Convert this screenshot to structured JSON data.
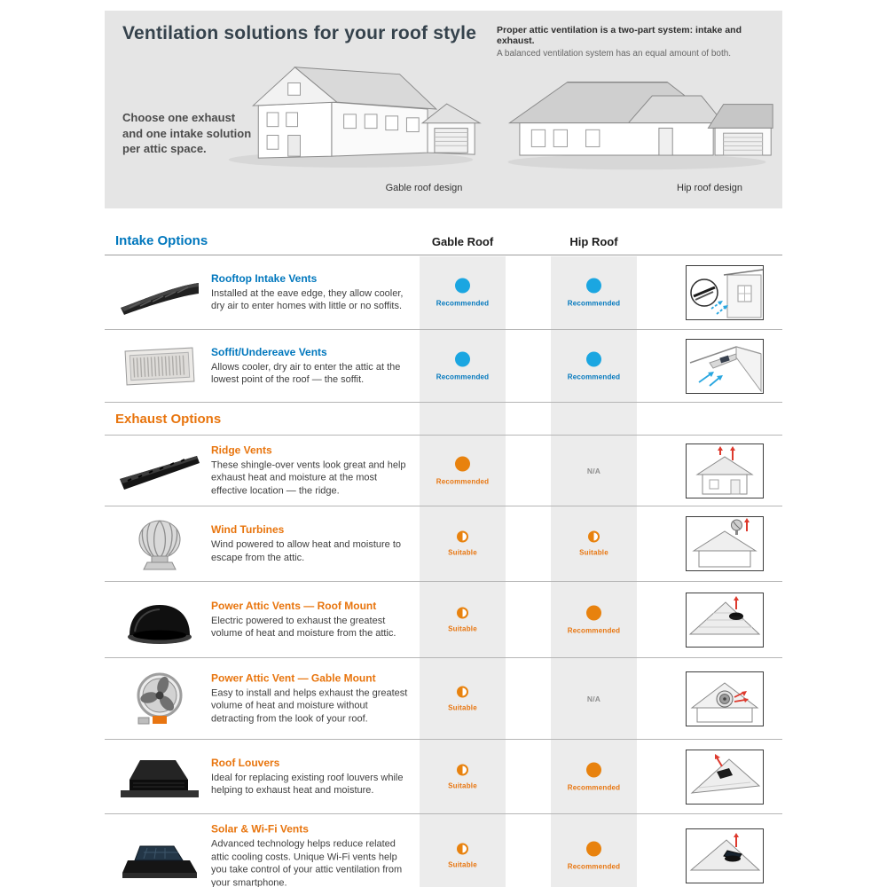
{
  "header": {
    "title": "Ventilation solutions for your roof style",
    "note_title": "Proper attic ventilation is a two-part system: intake and exhaust.",
    "note_sub": "A balanced ventilation system has an equal amount of both.",
    "instruction": "Choose one exhaust and one intake solution per attic space.",
    "gable_caption": "Gable roof design",
    "hip_caption": "Hip roof design"
  },
  "sections": {
    "intake": "Intake Options",
    "exhaust": "Exhaust Options"
  },
  "columns": {
    "gable": "Gable Roof",
    "hip": "Hip Roof"
  },
  "status_labels": {
    "recommended": "Recommended",
    "suitable": "Suitable",
    "na": "N/A"
  },
  "colors": {
    "intake_blue": "#0077bd",
    "intake_dot_blue": "#1ba6e1",
    "exhaust_orange": "#e8750e",
    "exhaust_dot_orange": "#e8820e",
    "header_bg": "#e5e5e5",
    "column_stripe": "#ececec",
    "na_gray": "#8f8f8f"
  },
  "rows": [
    {
      "section": "intake",
      "title": "Rooftop Intake Vents",
      "description": "Installed at the eave edge, they allow cooler, dry air to enter homes with little or no soffits.",
      "product_icon": "rooftop-intake-vent-photo",
      "illustration_icon": "eave-intake-diagram",
      "gable": "recommended",
      "hip": "recommended"
    },
    {
      "section": "intake",
      "title": "Soffit/Undereave Vents",
      "description": "Allows cooler, dry air to enter the attic at the lowest point of the roof — the soffit.",
      "product_icon": "soffit-undereave-vent-photo",
      "illustration_icon": "soffit-intake-diagram",
      "gable": "recommended",
      "hip": "recommended"
    },
    {
      "section": "exhaust",
      "title": "Ridge Vents",
      "description": "These shingle-over vents look great and help exhaust heat and moisture at the most effective location — the ridge.",
      "product_icon": "ridge-vent-photo",
      "illustration_icon": "ridge-exhaust-diagram",
      "gable": "recommended",
      "hip": "na"
    },
    {
      "section": "exhaust",
      "title": "Wind Turbines",
      "description": "Wind powered to allow heat and moisture to escape from the attic.",
      "product_icon": "wind-turbine-photo",
      "illustration_icon": "turbine-exhaust-diagram",
      "gable": "suitable",
      "hip": "suitable"
    },
    {
      "section": "exhaust",
      "title": "Power Attic Vents — Roof Mount",
      "description": "Electric powered to exhaust the greatest volume of heat and moisture from the attic.",
      "product_icon": "power-attic-vent-roof-mount-photo",
      "illustration_icon": "roof-mount-exhaust-diagram",
      "gable": "suitable",
      "hip": "recommended"
    },
    {
      "section": "exhaust",
      "title": "Power Attic Vent — Gable Mount",
      "description": "Easy to install and helps exhaust the greatest volume of heat and moisture without detracting from the look of your roof.",
      "product_icon": "power-attic-vent-gable-mount-photo",
      "illustration_icon": "gable-mount-exhaust-diagram",
      "gable": "suitable",
      "hip": "na"
    },
    {
      "section": "exhaust",
      "title": "Roof Louvers",
      "description": "Ideal for replacing existing roof louvers while helping to exhaust heat and moisture.",
      "product_icon": "roof-louver-photo",
      "illustration_icon": "louver-exhaust-diagram",
      "gable": "suitable",
      "hip": "recommended"
    },
    {
      "section": "exhaust",
      "title": "Solar & Wi-Fi Vents",
      "description": "Advanced technology helps reduce related attic cooling costs. Unique Wi-Fi vents help you take control of your attic ventilation from your smartphone.",
      "product_icon": "solar-wifi-vent-photo",
      "illustration_icon": "solar-exhaust-diagram",
      "gable": "suitable",
      "hip": "recommended"
    }
  ]
}
